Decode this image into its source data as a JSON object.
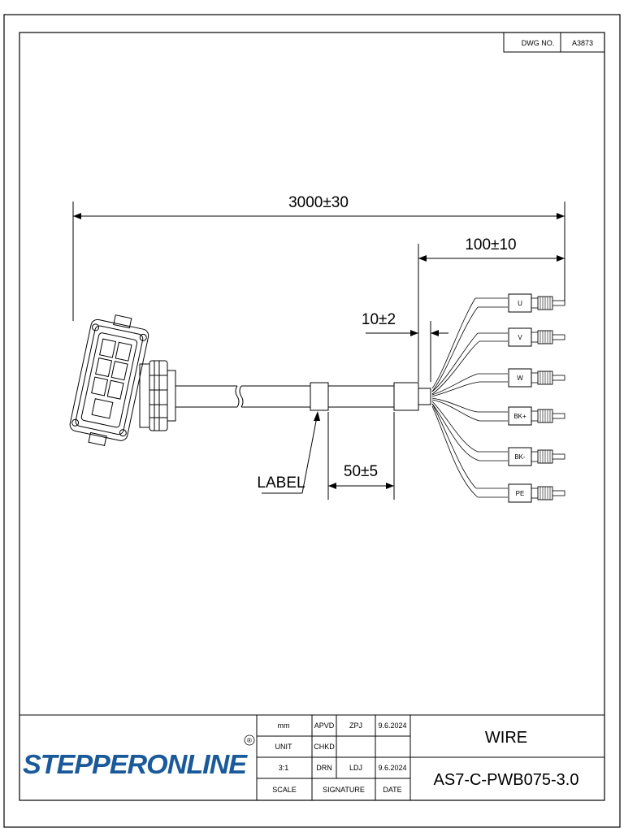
{
  "drawing_number": {
    "label": "DWG NO.",
    "value": "A3873"
  },
  "dimensions": {
    "overall_length": "3000±30",
    "strip_length": "100±10",
    "jacket_strip": "10±2",
    "label_offset": "50±5"
  },
  "label_callout": "LABEL",
  "wires": [
    "U",
    "V",
    "W",
    "BK+",
    "BK-",
    "PE"
  ],
  "title_block": {
    "brand": "STEPPERONLINE",
    "registered_mark": "®",
    "unit_value": "mm",
    "unit_label": "UNIT",
    "scale_value": "3:1",
    "scale_label": "SCALE",
    "apvd_label": "APVD",
    "apvd_name": "ZPJ",
    "apvd_date": "9.6.2024",
    "chkd_label": "CHKD",
    "drn_label": "DRN",
    "drn_name": "LDJ",
    "drn_date": "9.6.2024",
    "signature_label": "SIGNATURE",
    "date_label": "DATE",
    "title": "WIRE",
    "part_number": "AS7-C-PWB075-3.0"
  },
  "colors": {
    "ink": "#000000",
    "brand_blue": "#1a5a9a"
  }
}
